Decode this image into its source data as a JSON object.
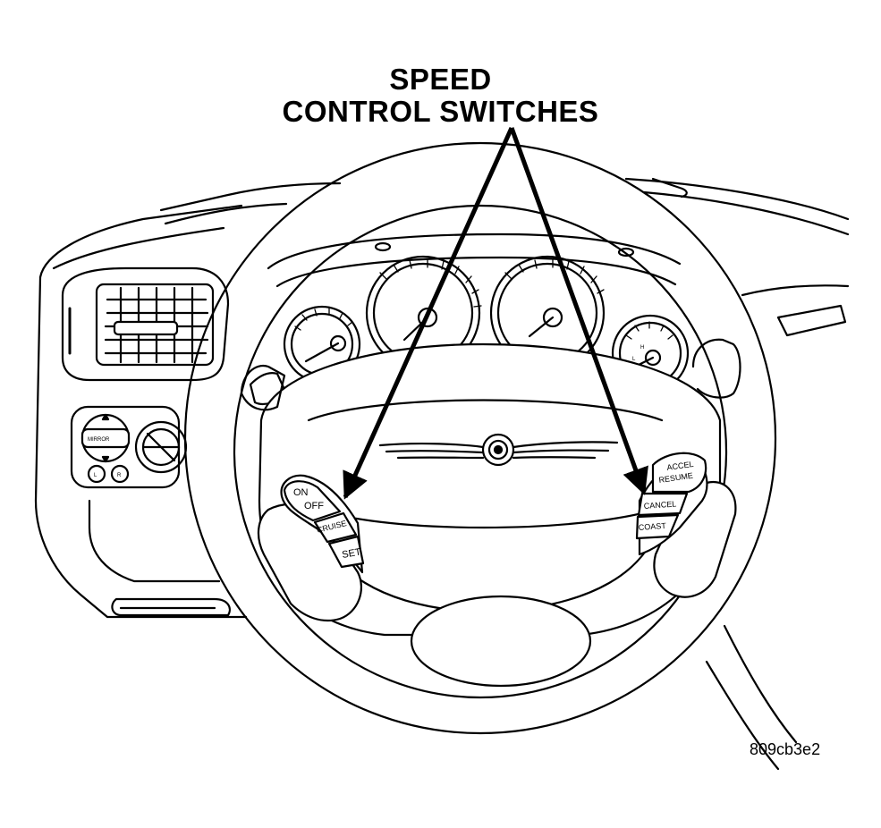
{
  "callout": {
    "line1": "SPEED",
    "line2": "CONTROL SWITCHES"
  },
  "figure_id": "809cb3e2",
  "left_switches": {
    "on_off_top": "ON",
    "on_off_bottom": "OFF",
    "cruise": "CRUISE",
    "set": "SET"
  },
  "right_switches": {
    "accel": "ACCEL",
    "resume": "RESUME",
    "cancel": "CANCEL",
    "coast": "COAST"
  },
  "dash_controls": {
    "mirror": "MIRROR",
    "mirror_left": "L",
    "mirror_right": "R"
  },
  "gauge_marks": {
    "fuel_high": "H",
    "fuel_low": "L"
  }
}
